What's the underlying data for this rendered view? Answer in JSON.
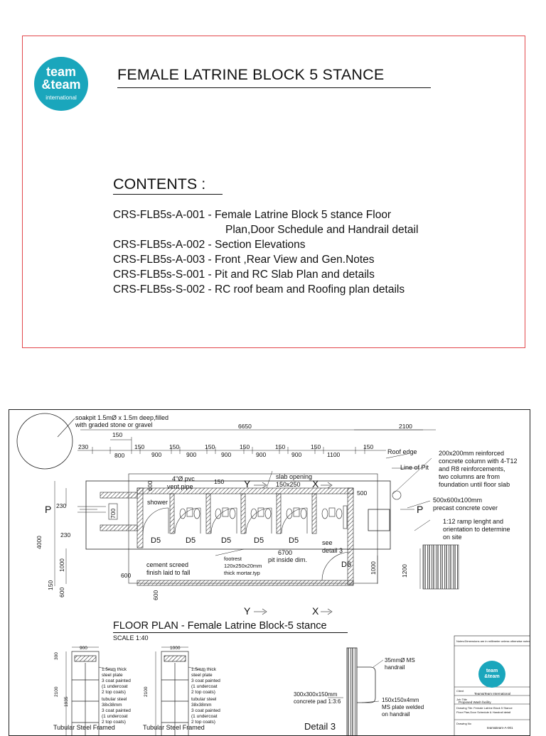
{
  "cover": {
    "logo": {
      "line1": "team",
      "line2": "&team",
      "line3": "international"
    },
    "title": "FEMALE LATRINE BLOCK 5 STANCE",
    "contents_heading": "CONTENTS :",
    "items": [
      "CRS-FLB5s-A-001 - Female Latrine Block 5 stance Floor",
      "Plan,Door Schedule and Handrail detail",
      "CRS-FLB5s-A-002 -  Section Elevations",
      "CRS-FLB5s-A-003  - Front ,Rear View and Gen.Notes",
      "CRS-FLB5s-S-001 -  Pit and RC Slab Plan and details",
      "CRS-FLB5s-S-002 - RC roof beam and Roofing plan details"
    ]
  },
  "drawing": {
    "annotations": {
      "soakpit": "soakpit 1.5mØ x 1.5m  deep,filled",
      "soakpit2": "with graded stone or gravel",
      "roof_edge": "Roof edge",
      "line_of_pit": "Line of Pit",
      "column1": "200x200mm  reinforced",
      "column2": "concrete column with 4-T12",
      "column3": "and R8 reinforcements,",
      "column4": "two columns are from",
      "column5": "foundation until floor slab",
      "cover1": "500x600x100mm",
      "cover2": "precast concrete cover",
      "ramp1": "1:12 ramp lenght and",
      "ramp2": "orientation to determine",
      "ramp3": "on site",
      "pvc1": "4\"Ø pvc",
      "pvc2": "vent pipe",
      "shower": "shower",
      "slab1": "slab opening",
      "slab2": "150x250",
      "see1": "see",
      "see2": "detail 3",
      "screed1": "cement screed",
      "screed2": "finish laid to fall",
      "footrest1": "footrest",
      "footrest2": "120x250x20mm",
      "footrest3": "thick mortar.typ",
      "pit_dim": "6700",
      "pit_label": "pit inside dim.",
      "handrail1": "35mmØ MS",
      "handrail2": "handrail",
      "pad1": "300x300x150mm",
      "pad2": "concrete pad 1:3:6",
      "plate1": "150x150x4mm",
      "plate2": "MS plate welded",
      "plate3": "on handrail",
      "door_a1": "1.5mm thick",
      "door_a2": "steel plate",
      "door_a3": "3 coat painted",
      "door_a4": "(1 undercoat",
      "door_a5": "2 top coats)",
      "door_b1": "tubular steel",
      "door_b2": "38x38mm",
      "door_b3": "3 coat painted",
      "door_b4": "(1 undercoat",
      "door_b5": "2 top coats)",
      "door_caption": "Tubular Steel Framed"
    },
    "dims": {
      "top_total": "6650",
      "top_right": "2100",
      "d150": "150",
      "d230": "230",
      "d800": "800",
      "d900": "900",
      "d1100": "1100",
      "d600": "600",
      "d500": "500",
      "d700": "700",
      "d4000": "4000",
      "d1000": "1000",
      "d1200": "1200",
      "d1935": "1935",
      "d2100": "2100",
      "d300": "300"
    },
    "labels": {
      "P": "P",
      "Y": "Y",
      "X": "X",
      "D5": "D5",
      "D6": "D6",
      "detail3": "Detail 3"
    },
    "plan_title": "FLOOR PLAN - Female Latrine Block-5 stance",
    "scale": "SCALE 1:40",
    "title_block": {
      "logo_line1": "team",
      "logo_line2": "&team",
      "client_label": "Client",
      "client": "Team&Team International",
      "job_label": "Job Title",
      "job": "Proposed Wash facility",
      "drawing_label": "Drawing Tile",
      "drawing1": "Floor Plan,Door Schedule & Handrail detail",
      "drawing0": "Drawing Tile: Female Latrine Block 5 Stance",
      "number_label": "Drawing No",
      "number": "team&team-A-001",
      "note": "Notes:Dimensions are in millimeter unless otherwise noted"
    }
  }
}
